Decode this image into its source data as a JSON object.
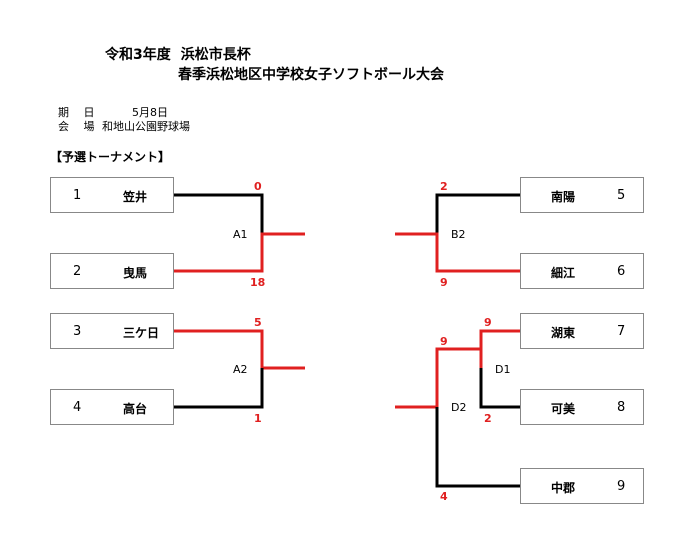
{
  "header": {
    "title_line1_a": "令和3年度",
    "title_line1_b": "浜松市長杯",
    "title_line2": "春季浜松地区中学校女子ソフトボール大会",
    "date_label": "期　 日",
    "date_value": "5月8日",
    "venue_label": "会　 場",
    "venue_value": "和地山公園野球場"
  },
  "section_title": "【予選トーナメント】",
  "teams": [
    {
      "num": "1",
      "name": "笠井"
    },
    {
      "num": "2",
      "name": "曳馬"
    },
    {
      "num": "3",
      "name": "三ケ日"
    },
    {
      "num": "4",
      "name": "高台"
    },
    {
      "num": "5",
      "name": "南陽"
    },
    {
      "num": "6",
      "name": "細江"
    },
    {
      "num": "7",
      "name": "湖東"
    },
    {
      "num": "8",
      "name": "可美"
    },
    {
      "num": "9",
      "name": "中郡"
    }
  ],
  "matches": {
    "A1": {
      "label": "A1",
      "score_top": "0",
      "score_bottom": "18"
    },
    "A2": {
      "label": "A2",
      "score_top": "5",
      "score_bottom": "1"
    },
    "B2": {
      "label": "B2",
      "score_top": "2",
      "score_bottom": "9"
    },
    "D1": {
      "label": "D1",
      "score_top": "9",
      "score_bottom": "2"
    },
    "D2": {
      "label": "D2",
      "score_top": "9",
      "score_bottom": "4"
    }
  },
  "colors": {
    "winner": "#e02020",
    "line": "#000000"
  }
}
